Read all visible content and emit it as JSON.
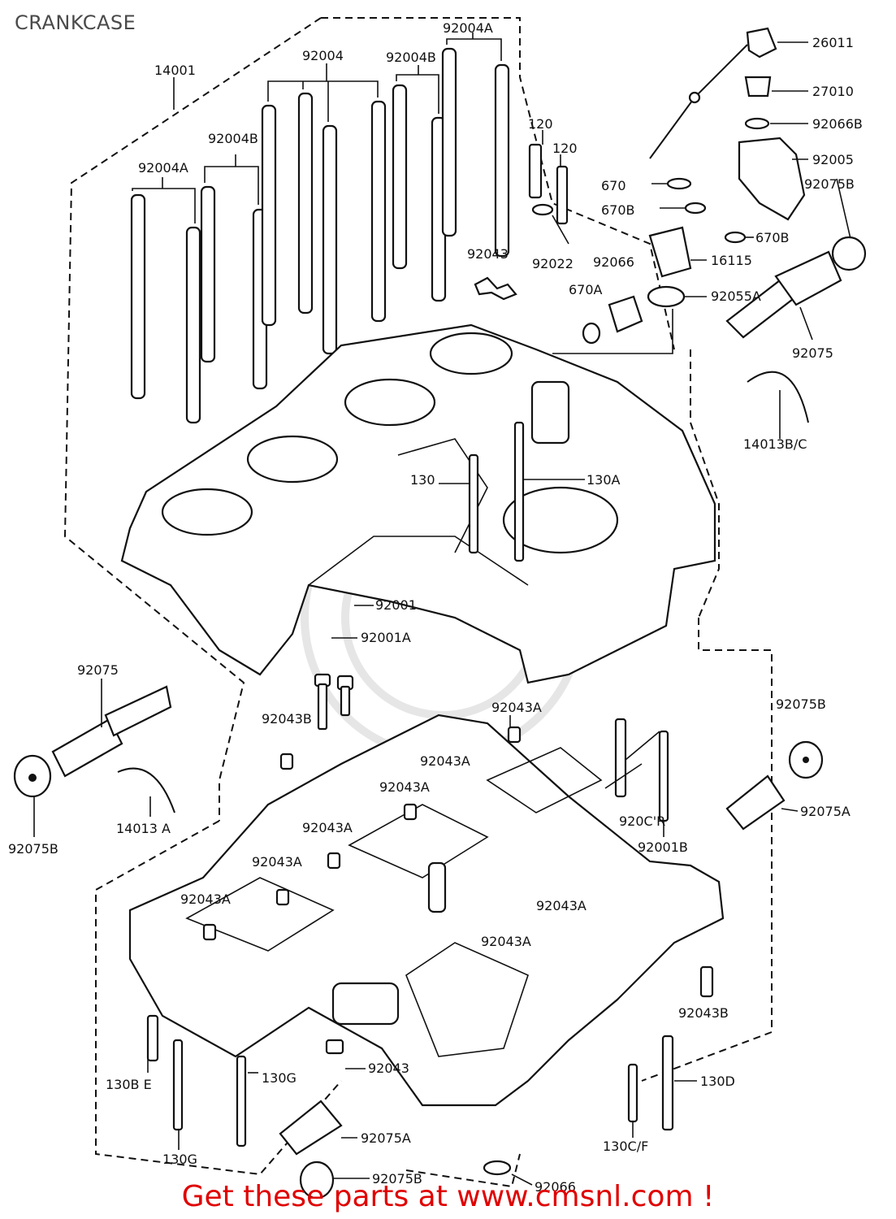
{
  "page": {
    "title": "CRANKCASE",
    "footer": "Get these parts at www.cmsnl.com !"
  },
  "callouts": {
    "c26011": "26011",
    "c27010": "27010",
    "c92066B": "92066B",
    "c92005": "92005",
    "c92075B_top": "92075B",
    "c670": "670",
    "c670B_a": "670B",
    "c670B_b": "670B",
    "c16115": "16115",
    "c92055A": "92055A",
    "c92066": "92066",
    "c670A": "670A",
    "c92075_top": "92075",
    "c14013B": "14013B/C",
    "c14001": "14001",
    "c92004": "92004",
    "c92004B_a": "92004B",
    "c92004A_a": "92004A",
    "c92004B_b": "92004B",
    "c92004A_b": "92004A",
    "c120_a": "120",
    "c120_b": "120",
    "c92022": "92022",
    "c92043_top": "92043",
    "c130": "130",
    "c130A": "130A",
    "c92001": "92001",
    "c92001A": "92001A",
    "c92075_left": "92075",
    "c92075B_left": "92075B",
    "c14013A": "14013 A",
    "c92043B_a": "92043B",
    "c92043A_1": "92043A",
    "c92043A_2": "92043A",
    "c92043A_3": "92043A",
    "c92043A_4": "92043A",
    "c92043A_5": "92043A",
    "c92043A_6": "92043A",
    "c92043A_7": "92043A",
    "c92043A_8": "92043A",
    "c920CR": "920C'R",
    "c92001B": "92001B",
    "c92075B_right": "92075B",
    "c92075A_right": "92075A",
    "c92043B_b": "92043B",
    "c92043_bottom": "92043",
    "c130BE": "130B E",
    "c130G_a": "130G",
    "c130G_b": "130G",
    "c130D": "130D",
    "c130CF": "130C/F",
    "c92075A_bottom": "92075A",
    "c92075B_bottom": "92075B",
    "c92066_bottom": "92066"
  }
}
